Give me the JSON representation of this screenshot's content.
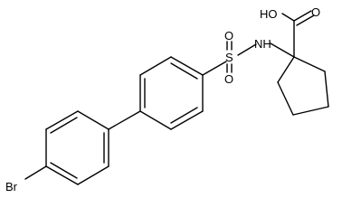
{
  "molecule": {
    "atoms": {
      "oh": "HO",
      "o_carbonyl": "O",
      "nh": "NH",
      "s": "S",
      "o_top": "O",
      "o_bottom": "O",
      "br": "Br"
    }
  }
}
